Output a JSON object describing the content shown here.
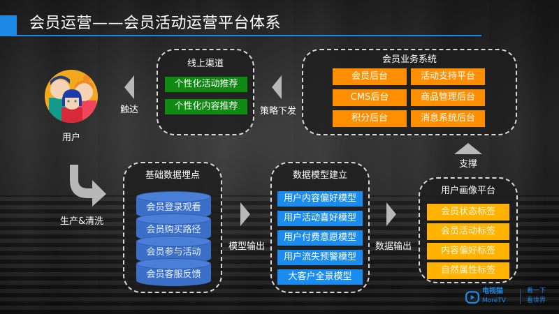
{
  "header": {
    "title": "会员运营——会员活动运营平台体系"
  },
  "user": {
    "label": "用户"
  },
  "arrows": {
    "reach": "触达",
    "strategy": "策略下发",
    "support": "支撑",
    "produce": "生产&清洗",
    "model_output": "模型输出",
    "data_output": "数据输出"
  },
  "online_channel": {
    "title": "线上渠道",
    "items": [
      "个性化活动推荐",
      "个性化内容推荐"
    ]
  },
  "member_business_system": {
    "title": "会员业务系统",
    "items": [
      "会员后台",
      "活动支持平台",
      "CMS后台",
      "商品管理后台",
      "积分后台",
      "消息系统后台"
    ]
  },
  "base_data": {
    "title": "基础数据埋点",
    "items": [
      "会员登录观看",
      "会员购买路径",
      "会员参与活动",
      "会员客服反馈"
    ]
  },
  "data_model": {
    "title": "数据模型建立",
    "items": [
      "用户内容偏好模型",
      "用户活动喜好模型",
      "用户付费意愿模型",
      "用户流失预警模型",
      "大客户全景模型"
    ]
  },
  "user_profile": {
    "title": "用户画像平台",
    "items": [
      "会员状态标签",
      "会员活动标签",
      "内容偏好标签",
      "自然属性标签"
    ]
  },
  "logo": {
    "name": "电视猫",
    "sub": "MoreTV",
    "slogan1": "看一下",
    "slogan2": "看世界"
  },
  "colors": {
    "accent": "#1e88e5",
    "green": "#0f8a12",
    "orange": "#ff8f00",
    "blue": "#1a8cf0",
    "yellow": "#ffb300",
    "cylinder": "#3c6fc8"
  }
}
